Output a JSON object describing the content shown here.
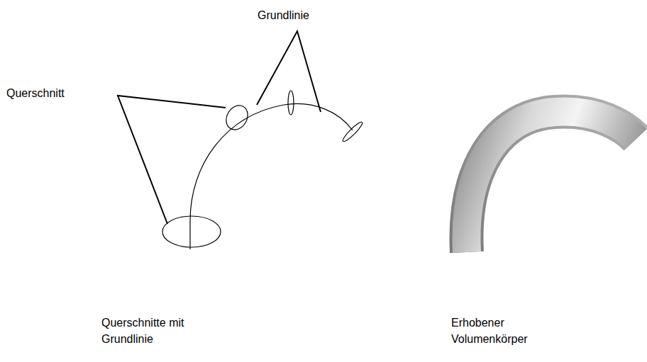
{
  "diagram": {
    "labels": [
      "Grundlinie",
      "Querschnitt",
      "Querschnitte mit Grundlinie",
      "Erhobener Volumenkörper"
    ]
  }
}
